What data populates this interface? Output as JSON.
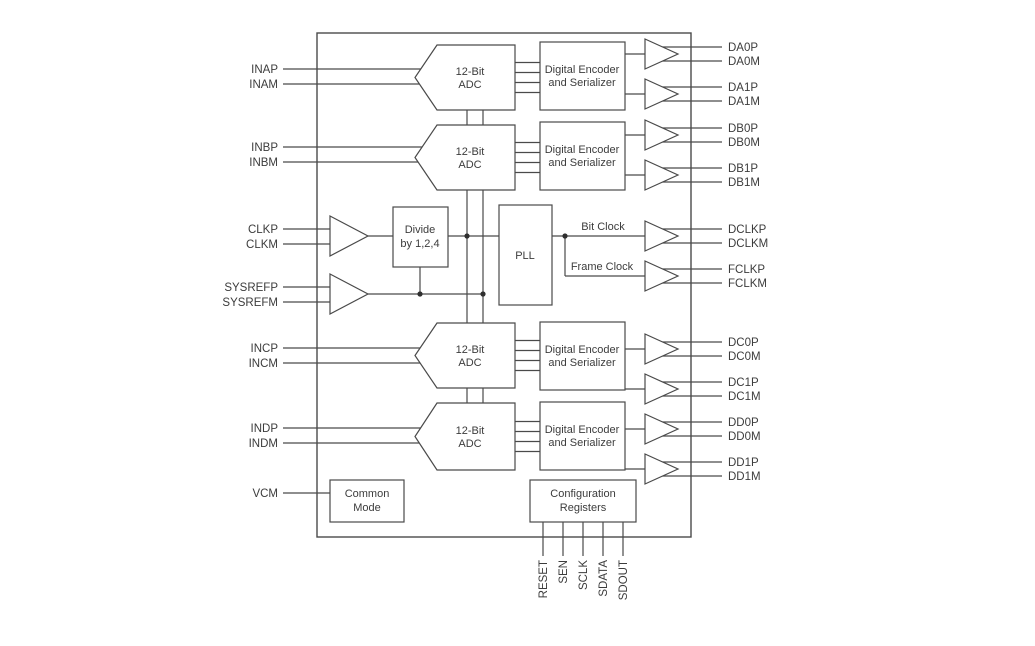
{
  "pins": {
    "left": [
      "INAP",
      "INAM",
      "INBP",
      "INBM",
      "CLKP",
      "CLKM",
      "SYSREFP",
      "SYSREFM",
      "INCP",
      "INCM",
      "INDP",
      "INDM",
      "VCM"
    ],
    "right": [
      "DA0P",
      "DA0M",
      "DA1P",
      "DA1M",
      "DB0P",
      "DB0M",
      "DB1P",
      "DB1M",
      "DCLKP",
      "DCLKM",
      "FCLKP",
      "FCLKM",
      "DC0P",
      "DC0M",
      "DC1P",
      "DC1M",
      "DD0P",
      "DD0M",
      "DD1P",
      "DD1M"
    ],
    "bottom": [
      "RESET",
      "SEN",
      "SCLK",
      "SDATA",
      "SDOUT"
    ]
  },
  "blocks": {
    "adc": {
      "line1": "12-Bit",
      "line2": "ADC"
    },
    "serializer": {
      "line1": "Digital Encoder",
      "line2": "and Serializer"
    },
    "divider": {
      "line1": "Divide",
      "line2": "by 1,2,4"
    },
    "pll": {
      "label": "PLL"
    },
    "common_mode": {
      "line1": "Common",
      "line2": "Mode"
    },
    "config_registers": {
      "line1": "Configuration",
      "line2": "Registers"
    }
  },
  "signals": {
    "bit_clock": "Bit Clock",
    "frame_clock": "Frame Clock"
  },
  "colors": {
    "stroke": "#4a4a4a",
    "text": "#3c3c3c",
    "background": "#ffffff",
    "block_fill": "#ffffff"
  }
}
